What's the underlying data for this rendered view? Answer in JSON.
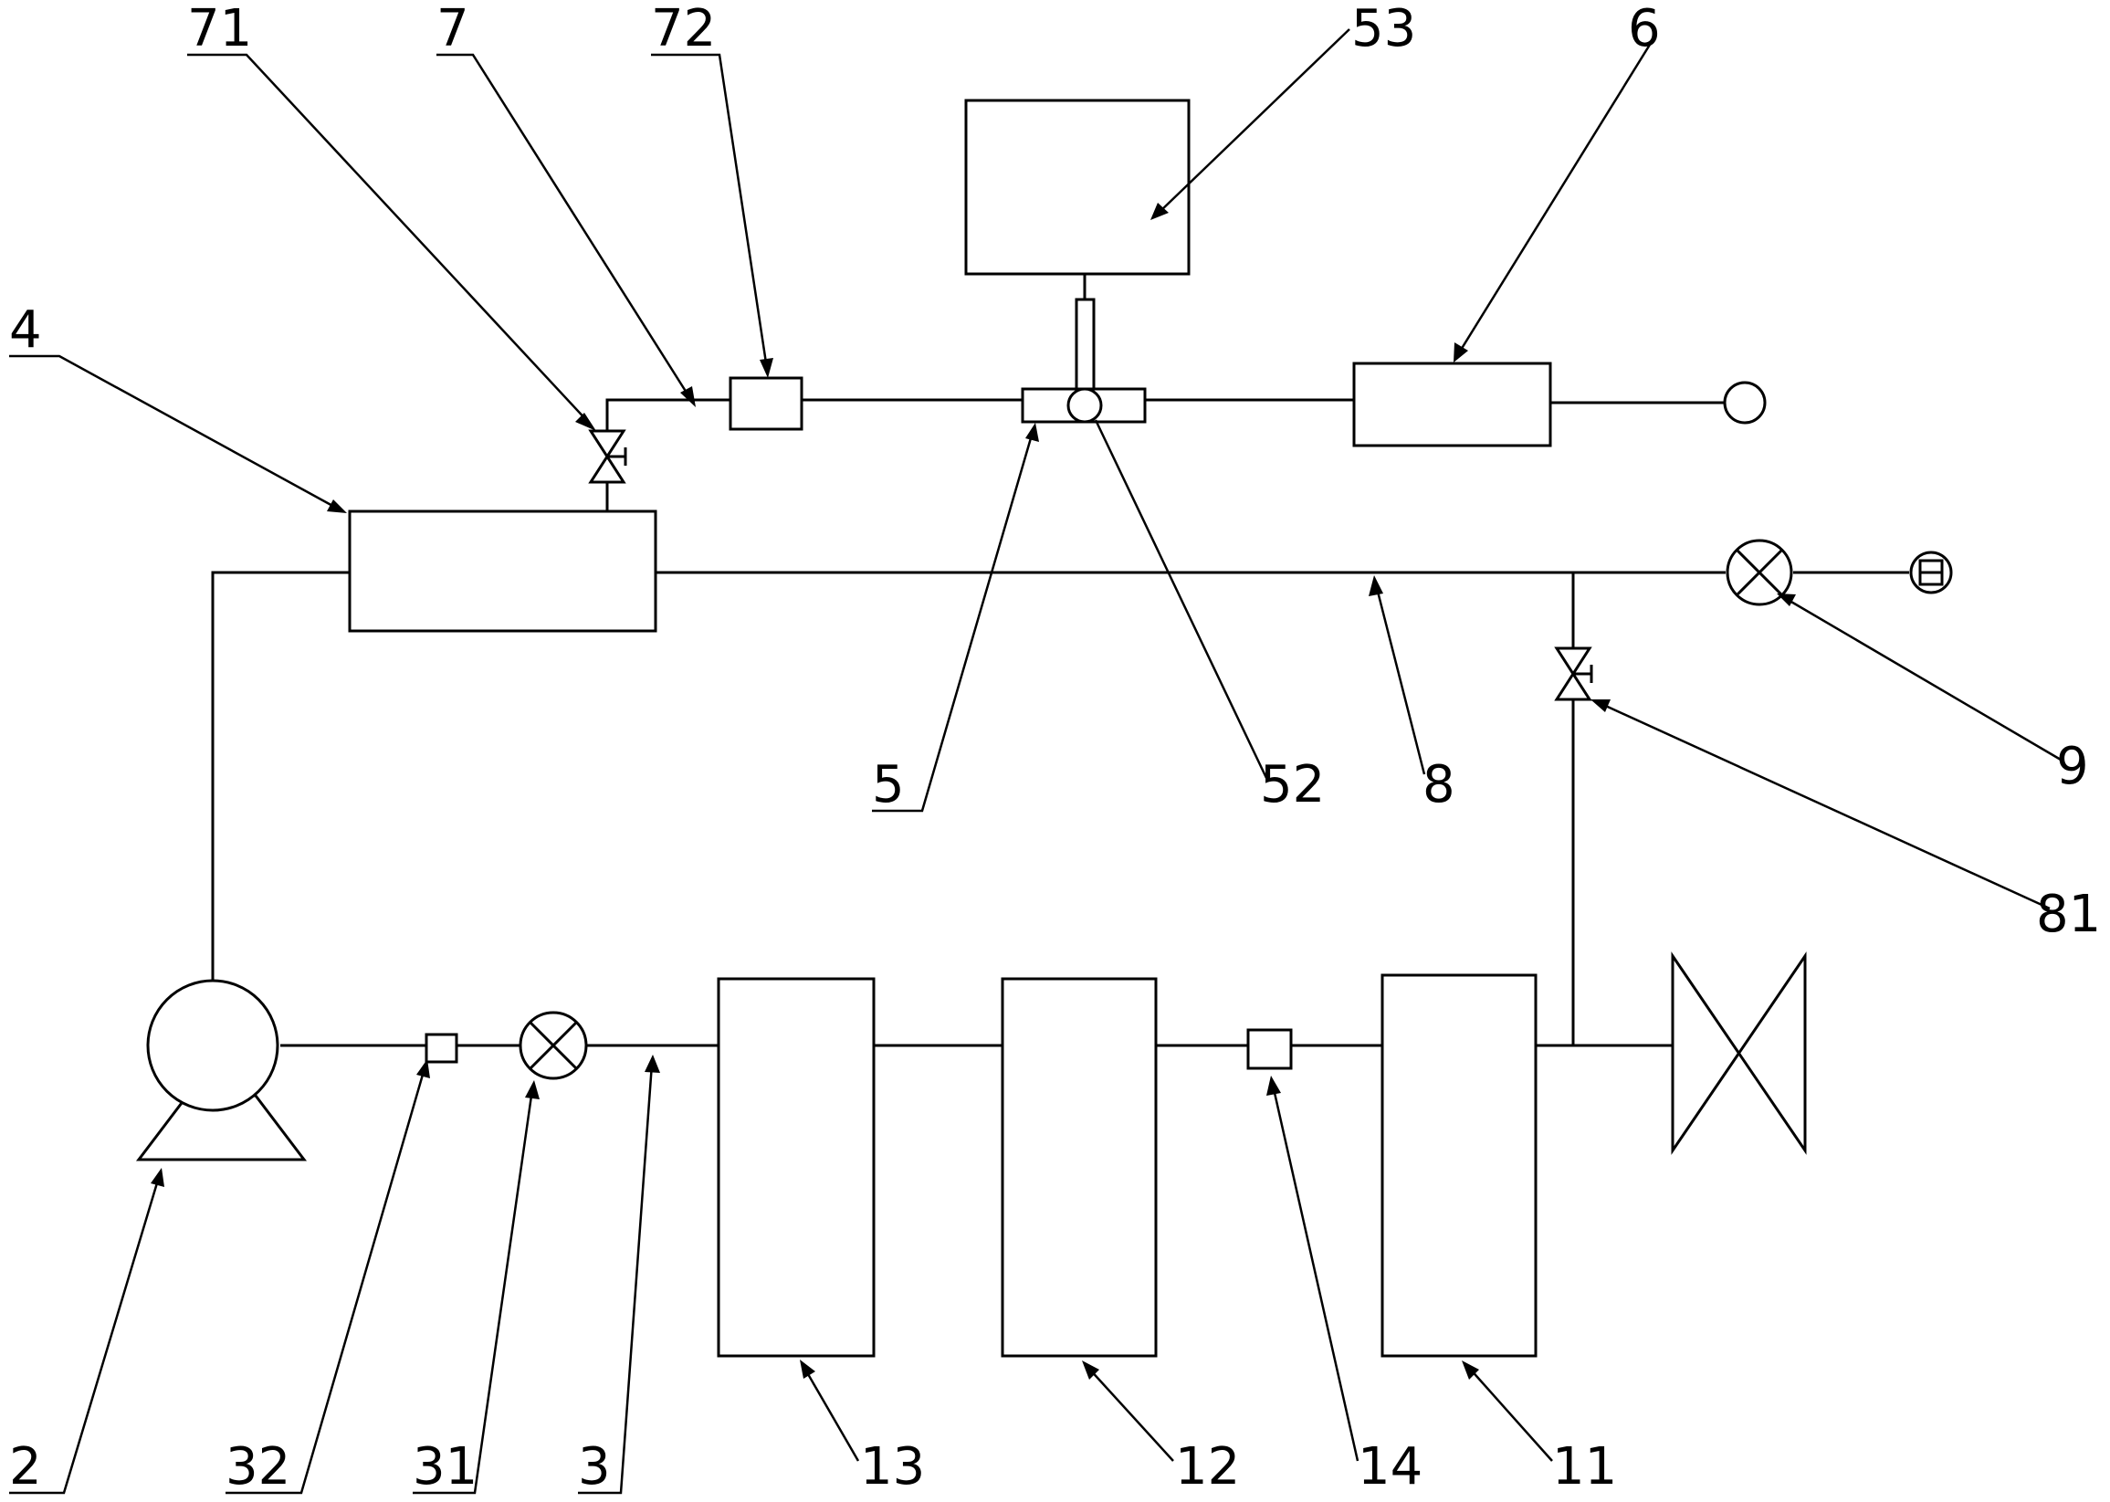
{
  "diagram": {
    "labels": {
      "l71": "71",
      "l7": "7",
      "l72": "72",
      "l53": "53",
      "l6": "6",
      "l4": "4",
      "l5": "5",
      "l52": "52",
      "l8": "8",
      "l9": "9",
      "l81": "81",
      "l2": "2",
      "l32": "32",
      "l31": "31",
      "l3": "3",
      "l13": "13",
      "l12": "12",
      "l14": "14",
      "l11": "11"
    }
  }
}
